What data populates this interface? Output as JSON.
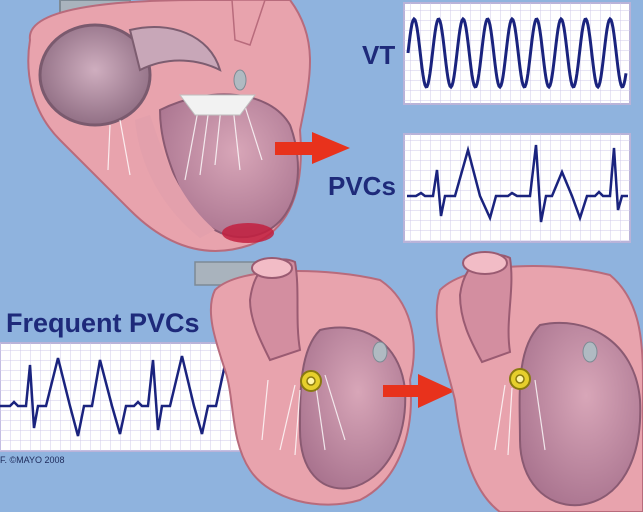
{
  "labels": {
    "vt": "VT",
    "pvcs": "PVCs",
    "frequent_pvcs": "Frequent PVCs",
    "copyright": "F. ©MAYO 2008"
  },
  "colors": {
    "background": "#8fb3de",
    "ecg_trace": "#1a237e",
    "grid_line": "#c9c2e6",
    "arrow": "#e8321c",
    "heart_tissue": "#e8a3ad",
    "heart_chamber": "#c890a5",
    "pvc_focus": "#c21f3e",
    "pacemaker_node": "#e6cf2c"
  },
  "illustrations": [
    "heart-cross-section-icon",
    "ventricle-focus-icon",
    "red-arrow-icon",
    "ecg-strip-icon",
    "ectopic-focus-icon"
  ]
}
